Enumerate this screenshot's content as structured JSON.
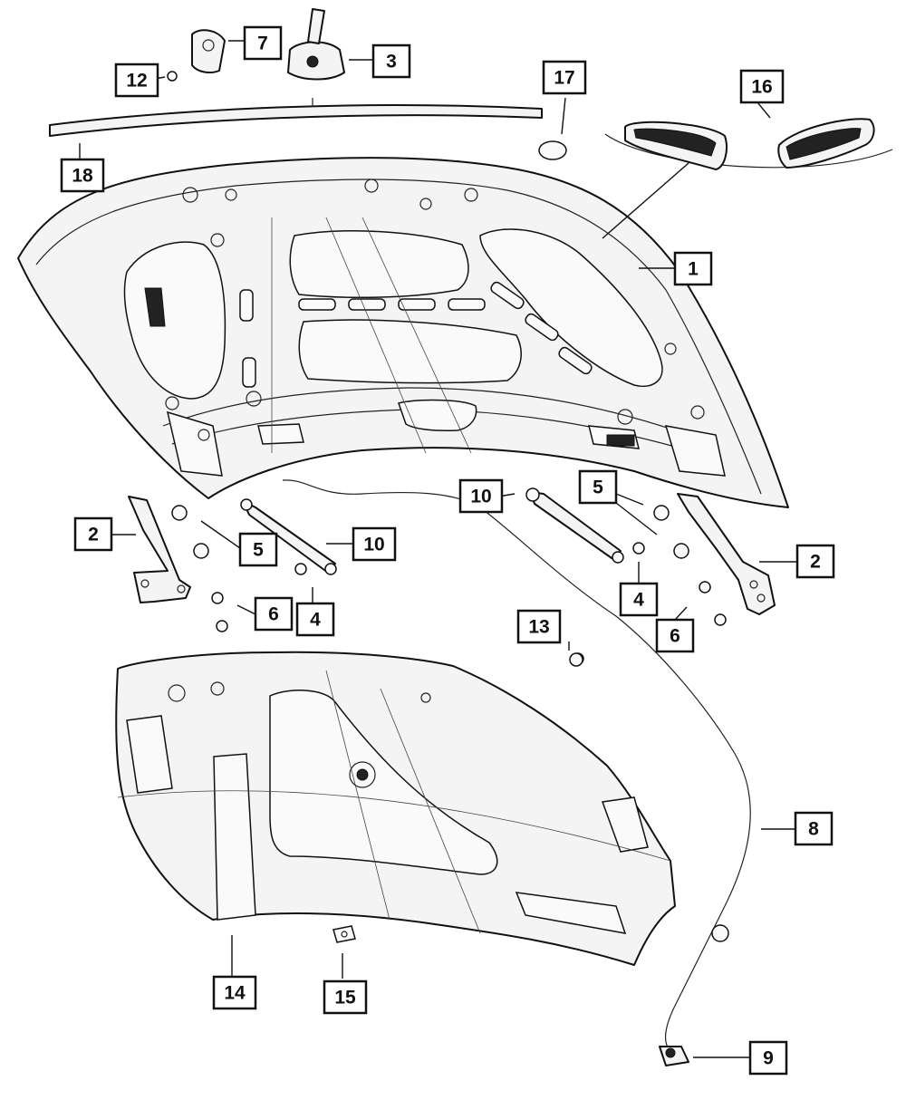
{
  "callouts": [
    {
      "id": "c1",
      "label": "1"
    },
    {
      "id": "c2a",
      "label": "2"
    },
    {
      "id": "c2b",
      "label": "2"
    },
    {
      "id": "c3",
      "label": "3"
    },
    {
      "id": "c4a",
      "label": "4"
    },
    {
      "id": "c4b",
      "label": "4"
    },
    {
      "id": "c5a",
      "label": "5"
    },
    {
      "id": "c5b",
      "label": "5"
    },
    {
      "id": "c6a",
      "label": "6"
    },
    {
      "id": "c6b",
      "label": "6"
    },
    {
      "id": "c7",
      "label": "7"
    },
    {
      "id": "c8",
      "label": "8"
    },
    {
      "id": "c9",
      "label": "9"
    },
    {
      "id": "c10a",
      "label": "10"
    },
    {
      "id": "c10b",
      "label": "10"
    },
    {
      "id": "c12",
      "label": "12"
    },
    {
      "id": "c13",
      "label": "13"
    },
    {
      "id": "c14",
      "label": "14"
    },
    {
      "id": "c15",
      "label": "15"
    },
    {
      "id": "c16",
      "label": "16"
    },
    {
      "id": "c17",
      "label": "17"
    },
    {
      "id": "c18",
      "label": "18"
    }
  ],
  "colors": {
    "line": "#111111",
    "fill": "#f4f4f4",
    "background": "#ffffff"
  }
}
